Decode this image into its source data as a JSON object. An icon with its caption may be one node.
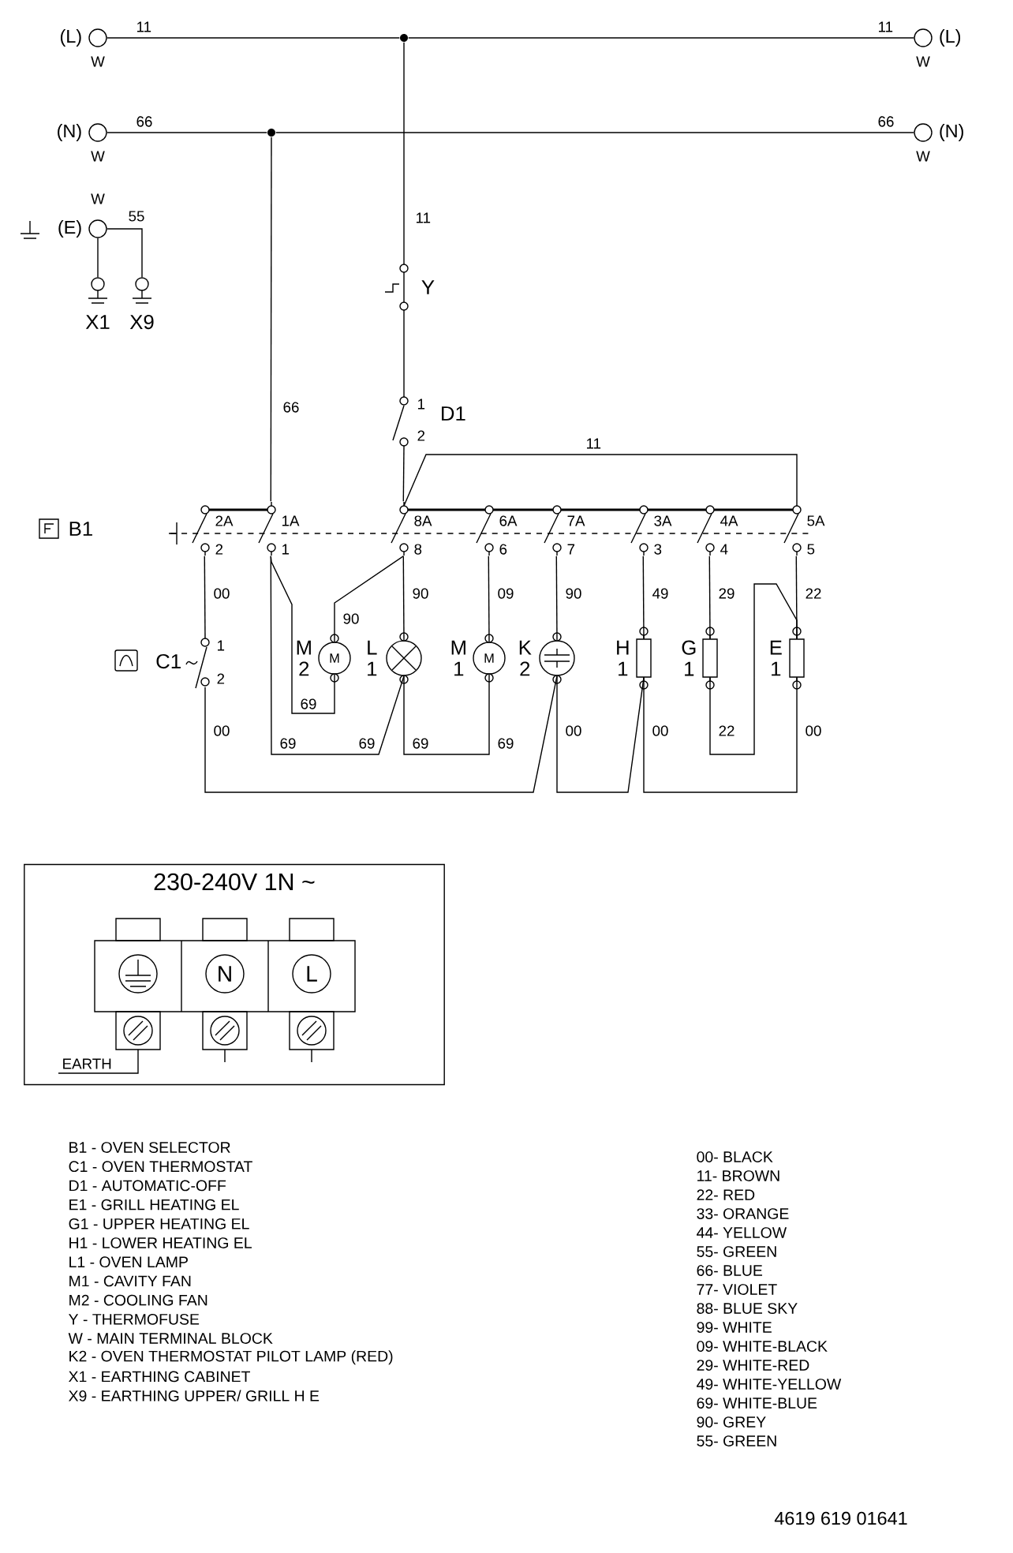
{
  "diagram": {
    "nodes": [
      {
        "text": [
          "(L)"
        ],
        "beside": [
          "W"
        ]
      },
      {
        "text": [
          "(L)"
        ],
        "beside": [
          "W"
        ]
      },
      {
        "text": [
          "(N)"
        ],
        "beside": [
          "W"
        ]
      },
      {
        "text": [
          "(N)"
        ],
        "beside": [
          "W"
        ]
      },
      {
        "text": [
          "(E)"
        ],
        "beside": [
          "W"
        ]
      },
      {
        "text": [
          "X1"
        ]
      },
      {
        "text": [
          "X9"
        ]
      },
      {
        "text": [],
        "shape": "circle"
      },
      {
        "text": [],
        "shape": "circle"
      },
      {
        "text": [
          "Y"
        ]
      },
      {
        "text": [
          "D1"
        ]
      },
      {
        "text": [
          "B1"
        ]
      },
      {
        "text": [
          "C1"
        ]
      },
      {
        "text": [
          "M"
        ],
        "beside": [
          "M 2"
        ]
      },
      {
        "text": [],
        "shape": "circle",
        "beside": [
          "L 1"
        ]
      },
      {
        "text": [
          "M"
        ],
        "beside": [
          "M 1"
        ]
      },
      {
        "text": [],
        "shape": "circle",
        "beside": [
          "K 2"
        ]
      },
      {
        "text": [],
        "shape": "box",
        "beside": [
          "H 1"
        ]
      },
      {
        "text": [],
        "shape": "box",
        "beside": [
          "G 1"
        ]
      },
      {
        "text": [],
        "shape": "box",
        "beside": [
          "E 1"
        ]
      },
      {
        "text": [
          "230-240V 1N ~"
        ]
      },
      {
        "text": [],
        "shape": "circle",
        "in": 20
      },
      {
        "text": [
          "N"
        ],
        "in": 20
      },
      {
        "text": [
          "L"
        ],
        "in": 20
      }
    ],
    "edges": [
      {
        "from": 0,
        "to": 7,
        "arrow": "none",
        "label": "11"
      },
      {
        "from": 7,
        "to": 1,
        "arrow": "none",
        "label": "11"
      },
      {
        "from": 2,
        "to": 8,
        "arrow": "none",
        "label": "66"
      },
      {
        "from": 8,
        "to": 3,
        "arrow": "none",
        "label": "66"
      },
      {
        "from": 4,
        "to": 5,
        "arrow": "none"
      },
      {
        "from": 4,
        "to": 6,
        "arrow": "none",
        "label": "55"
      },
      {
        "from": 7,
        "to": 9,
        "arrow": "none",
        "label": "11"
      },
      {
        "from": 9,
        "to": 10,
        "arrow": "none"
      },
      {
        "from": 10,
        "to": 11,
        "arrow": "none"
      },
      {
        "from": 8,
        "to": 11,
        "arrow": "none",
        "label": "66"
      },
      {
        "from": 11,
        "to": 12,
        "arrow": "none",
        "label": "00"
      },
      {
        "from": 11,
        "to": 13,
        "arrow": "none",
        "label": "69"
      },
      {
        "from": 11,
        "to": 14,
        "arrow": "none",
        "label": "69"
      },
      {
        "from": 11,
        "to": 14,
        "arrow": "none",
        "label": "90"
      },
      {
        "from": 11,
        "to": 13,
        "arrow": "none",
        "label": "90"
      },
      {
        "from": 11,
        "to": 15,
        "arrow": "none",
        "label": "09"
      },
      {
        "from": 14,
        "to": 15,
        "arrow": "none",
        "label": "69"
      },
      {
        "from": 11,
        "to": 16,
        "arrow": "none",
        "label": "90"
      },
      {
        "from": 11,
        "to": 17,
        "arrow": "none",
        "label": "49"
      },
      {
        "from": 11,
        "to": 18,
        "arrow": "none",
        "label": "29"
      },
      {
        "from": 11,
        "to": 19,
        "arrow": "none",
        "label": "22"
      },
      {
        "from": 18,
        "to": 19,
        "arrow": "none",
        "label": "22"
      },
      {
        "from": 12,
        "to": 16,
        "arrow": "none",
        "label": "00"
      },
      {
        "from": 16,
        "to": 17,
        "arrow": "none",
        "label": "00"
      },
      {
        "from": 17,
        "to": 19,
        "arrow": "none",
        "label": "00"
      }
    ],
    "labels": [
      "1",
      "2",
      "11",
      "2A",
      "1A",
      "8A",
      "6A",
      "7A",
      "3A",
      "4A",
      "5A",
      "2",
      "1",
      "8",
      "6",
      "7",
      "3",
      "4",
      "5",
      "1",
      "2",
      "69",
      "69",
      "00",
      "EARTH",
      "B1 - OVEN SELECTOR",
      "C1 - OVEN THERMOSTAT",
      "D1 - AUTOMATIC-OFF",
      "E1 - GRILL HEATING EL",
      "G1 - UPPER HEATING EL",
      "H1 - LOWER HEATING EL",
      "L1 - OVEN LAMP",
      "M1 - CAVITY FAN",
      "M2 - COOLING FAN",
      "Y - THERMOFUSE",
      "W - MAIN TERMINAL BLOCK",
      "K2 - OVEN THERMOSTAT PILOT LAMP (RED)",
      "X1 - EARTHING CABINET",
      "X9 - EARTHING UPPER/ GRILL H E",
      "00- BLACK",
      "11- BROWN",
      "22- RED",
      "33- ORANGE",
      "44- YELLOW",
      "55- GREEN",
      "66- BLUE",
      "77- VIOLET",
      "88- BLUE SKY",
      "99- WHITE",
      "09- WHITE-BLACK",
      "29- WHITE-RED",
      "49- WHITE-YELLOW",
      "69- WHITE-BLUE",
      "90- GREY",
      "55- GREEN",
      "4619 619 01641"
    ]
  }
}
